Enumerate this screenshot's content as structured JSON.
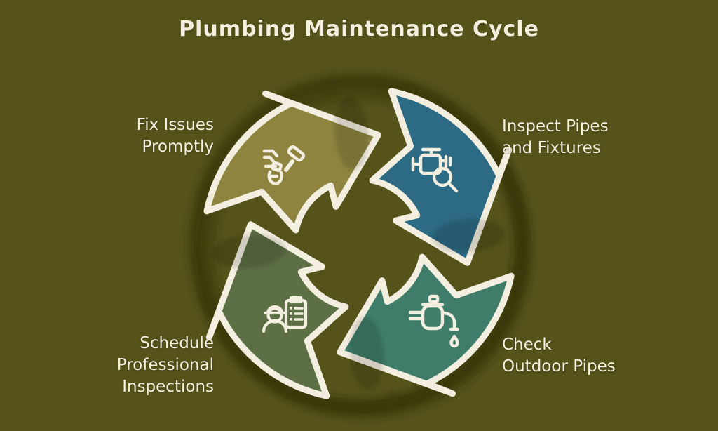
{
  "title": "Plumbing Maintenance Cycle",
  "colors": {
    "background": "#55531a",
    "outline": "#f3efe0",
    "text": "#f4f0df",
    "shadow_blob": "#3c3a10"
  },
  "cycle": {
    "type": "cycle-diagram",
    "direction": "clockwise",
    "steps": [
      {
        "id": "inspect",
        "quadrant": "top-right",
        "color": "#2d6a83",
        "icon": "pipe-inspection-icon",
        "lines": [
          "Inspect Pipes",
          "and Fixtures"
        ]
      },
      {
        "id": "check",
        "quadrant": "bottom-right",
        "color": "#3f7c6a",
        "icon": "outdoor-faucet-icon",
        "lines": [
          "Check",
          "Outdoor Pipes"
        ]
      },
      {
        "id": "schedule",
        "quadrant": "bottom-left",
        "color": "#5d6f45",
        "icon": "inspector-clipboard-icon",
        "lines": [
          "Schedule",
          "Professional",
          "Inspections"
        ]
      },
      {
        "id": "fix",
        "quadrant": "top-left",
        "color": "#8e8440",
        "icon": "repair-tools-icon",
        "lines": [
          "Fix Issues",
          "Promptly"
        ]
      }
    ]
  }
}
